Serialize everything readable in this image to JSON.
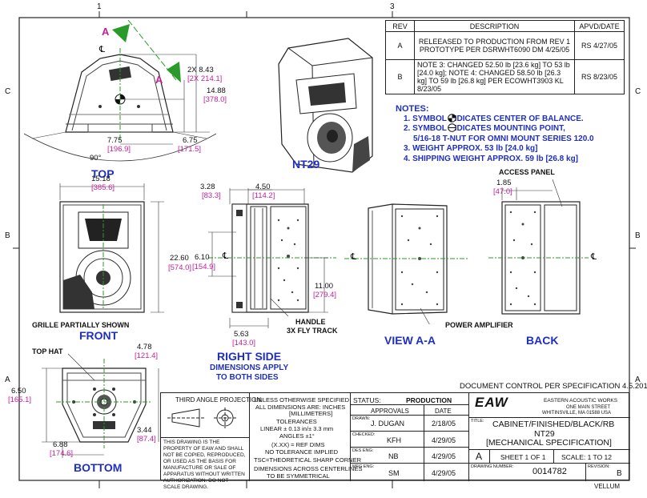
{
  "title_block": {
    "third_angle": "THIRD ANGLE PROJECTION",
    "property_notice": "THIS DRAWING IS THE PROPERTY OF EAW AND SHALL NOT BE COPIED, REPRODUCED, OR USED AS THE BASIS FOR MANUFACTURE OR SALE OF APPARATUS WITHOUT WRITTEN AUTHORIZATION. DO NOT SCALE DRAWING.",
    "units_notice": [
      "UNLESS OTHERWISE SPECIFIED",
      "ALL DIMENSIONS ARE: INCHES",
      "[MILLIMETERS]",
      "TOLERANCES",
      "LINEAR ± 0.13 in/± 3.3 mm",
      "ANGLES ±1°",
      "(X.XX) = REF DIMS",
      "NO TOLERANCE IMPLIED",
      "TSC=THEORETICAL SHARP CORNER",
      "DIMENSIONS ACROSS CENTERLINES",
      "TO BE SYMMETRICAL"
    ],
    "status_label": "STATUS:",
    "status_value": "PRODUCTION",
    "approvals_label": "APPROVALS",
    "date_label": "DATE",
    "approvals": [
      {
        "role": "DRAWN:",
        "name": "J. DUGAN",
        "date": "2/18/05"
      },
      {
        "role": "CHECKED:",
        "name": "KFH",
        "date": "4/29/05"
      },
      {
        "role": "DES ENG:",
        "name": "NB",
        "date": "4/29/05"
      },
      {
        "role": "MFG ENG:",
        "name": "SM",
        "date": "4/29/05"
      }
    ],
    "company_logo": "EAW",
    "company_name": "EASTERN ACOUSTIC WORKS",
    "company_address1": "ONE MAIN STREET",
    "company_address2": "WHITINSVILLE, MA  01588  USA",
    "title_label": "TITLE:",
    "title_lines": [
      "CABINET/FINISHED/BLACK/RB",
      "NT29",
      "[MECHANICAL SPECIFICATION]"
    ],
    "size": "A",
    "sheet": "SHEET 1 OF 1",
    "scale": "SCALE: 1 TO 12",
    "drawing_number_label": "DRAWING NUMBER:",
    "drawing_number": "0014782",
    "revision_label": "REVISION:",
    "revision": "B",
    "doc_control": "DOCUMENT CONTROL PER SPECIFICATION 4.5.201",
    "vellum": "VELLUM"
  },
  "revisions": {
    "headers": [
      "REV",
      "DESCRIPTION",
      "APVD/DATE"
    ],
    "rows": [
      {
        "rev": "A",
        "desc": "RELEEASED TO PRODUCTION FROM REV 1 PROTOTYPE PER DSRWHT6090 DM 4/25/05",
        "apvd": "RS 4/27/05"
      },
      {
        "rev": "B",
        "desc": "NOTE 3: CHANGED 52.50 lb [23.6 kg] TO 53 lb [24.0 kg]; NOTE 4: CHANGED 58.50 lb [26.3 kg] TO 59 lb [26.8 kg] PER ECOWHT3903 KL 8/23/05",
        "apvd": "RS 8/23/05"
      }
    ]
  },
  "notes": {
    "heading": "NOTES:",
    "items": [
      "1. SYMBOL  INDICATES CENTER OF BALANCE.",
      "2. SYMBOL  INDICATES MOUNTING POINT,",
      "5/16-18 T-NUT FOR OMNI MOUNT SERIES 120.0",
      "3. WEIGHT APPROX.  53 lb [24.0 kg]",
      "4. SHIPPING WEIGHT APPROX.  59 lb [26.8 kg]"
    ]
  },
  "views": {
    "top": "TOP",
    "nt29": "NT29",
    "front": "FRONT",
    "right_side": "RIGHT SIDE",
    "dims_apply": [
      "DIMENSIONS APPLY",
      "TO BOTH SIDES"
    ],
    "view_aa": "VIEW A-A",
    "back": "BACK",
    "bottom": "BOTTOM"
  },
  "callouts": {
    "section_a": "A",
    "grille": "GRILLE PARTIALLY SHOWN",
    "handle": "HANDLE",
    "fly_track": "3X FLY TRACK",
    "power_amp": "POWER AMPLIFIER",
    "access_panel": "ACCESS PANEL",
    "top_hat": "TOP HAT",
    "centerline": "℄",
    "angle": "90°"
  },
  "dimensions": {
    "top_2x": "2X 8.43",
    "top_2x_mm": "[2X 214.1]",
    "top_h": "14.88",
    "top_h_mm": "[378.0]",
    "top_w": "7.75",
    "top_w_mm": "[196.9]",
    "top_d": "6.75",
    "top_d_mm": "[171.5]",
    "front_w": "15.18",
    "front_w_mm": "[385.6]",
    "front_h": "22.60",
    "front_h_mm": "[574.0]",
    "side_a": "3.28",
    "side_a_mm": "[83.3]",
    "side_b": "4.50",
    "side_b_mm": "[114.2]",
    "side_c": "6.10",
    "side_c_mm": "[154.9]",
    "side_d": "11.00",
    "side_d_mm": "[279.4]",
    "side_e": "5.63",
    "side_e_mm": "[143.0]",
    "back_a": "1.85",
    "back_a_mm": "[47.0]",
    "bot_a": "4.78",
    "bot_a_mm": "[121.4]",
    "bot_b": "6.50",
    "bot_b_mm": "[165.1]",
    "bot_c": "3.44",
    "bot_c_mm": "[87.4]",
    "bot_d": "6.88",
    "bot_d_mm": "[174.6]"
  },
  "zone_labels": {
    "c": "C",
    "b": "B",
    "a": "A",
    "one": "1",
    "three": "3"
  }
}
